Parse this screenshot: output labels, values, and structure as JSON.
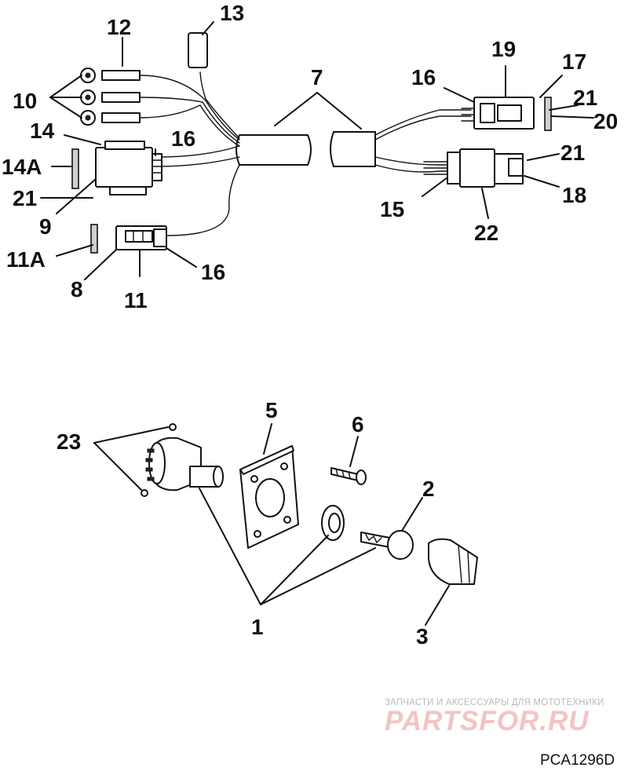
{
  "diagram": {
    "callouts": [
      {
        "id": "c7",
        "text": "7"
      },
      {
        "id": "c10",
        "text": "10"
      },
      {
        "id": "c12",
        "text": "12"
      },
      {
        "id": "c13",
        "text": "13"
      },
      {
        "id": "c14",
        "text": "14"
      },
      {
        "id": "c14a",
        "text": "14A"
      },
      {
        "id": "c16a",
        "text": "16"
      },
      {
        "id": "c21a",
        "text": "21"
      },
      {
        "id": "c9",
        "text": "9"
      },
      {
        "id": "c11a",
        "text": "11A"
      },
      {
        "id": "c8",
        "text": "8"
      },
      {
        "id": "c11",
        "text": "11"
      },
      {
        "id": "c16b",
        "text": "16"
      },
      {
        "id": "c16c",
        "text": "16"
      },
      {
        "id": "c19",
        "text": "19"
      },
      {
        "id": "c17",
        "text": "17"
      },
      {
        "id": "c21b",
        "text": "21"
      },
      {
        "id": "c20",
        "text": "20"
      },
      {
        "id": "c21c",
        "text": "21"
      },
      {
        "id": "c18",
        "text": "18"
      },
      {
        "id": "c15",
        "text": "15"
      },
      {
        "id": "c22",
        "text": "22"
      },
      {
        "id": "c5",
        "text": "5"
      },
      {
        "id": "c6",
        "text": "6"
      },
      {
        "id": "c23",
        "text": "23"
      },
      {
        "id": "c2",
        "text": "2"
      },
      {
        "id": "c1",
        "text": "1"
      },
      {
        "id": "c3",
        "text": "3"
      }
    ]
  },
  "watermark": {
    "tagline": "ЗАПЧАСТИ И АКСЕССУАРЫ ДЛЯ МОТОТЕХНИКИ",
    "logo": "PARTSFOR.RU"
  },
  "figure_code": "PCA1296D"
}
